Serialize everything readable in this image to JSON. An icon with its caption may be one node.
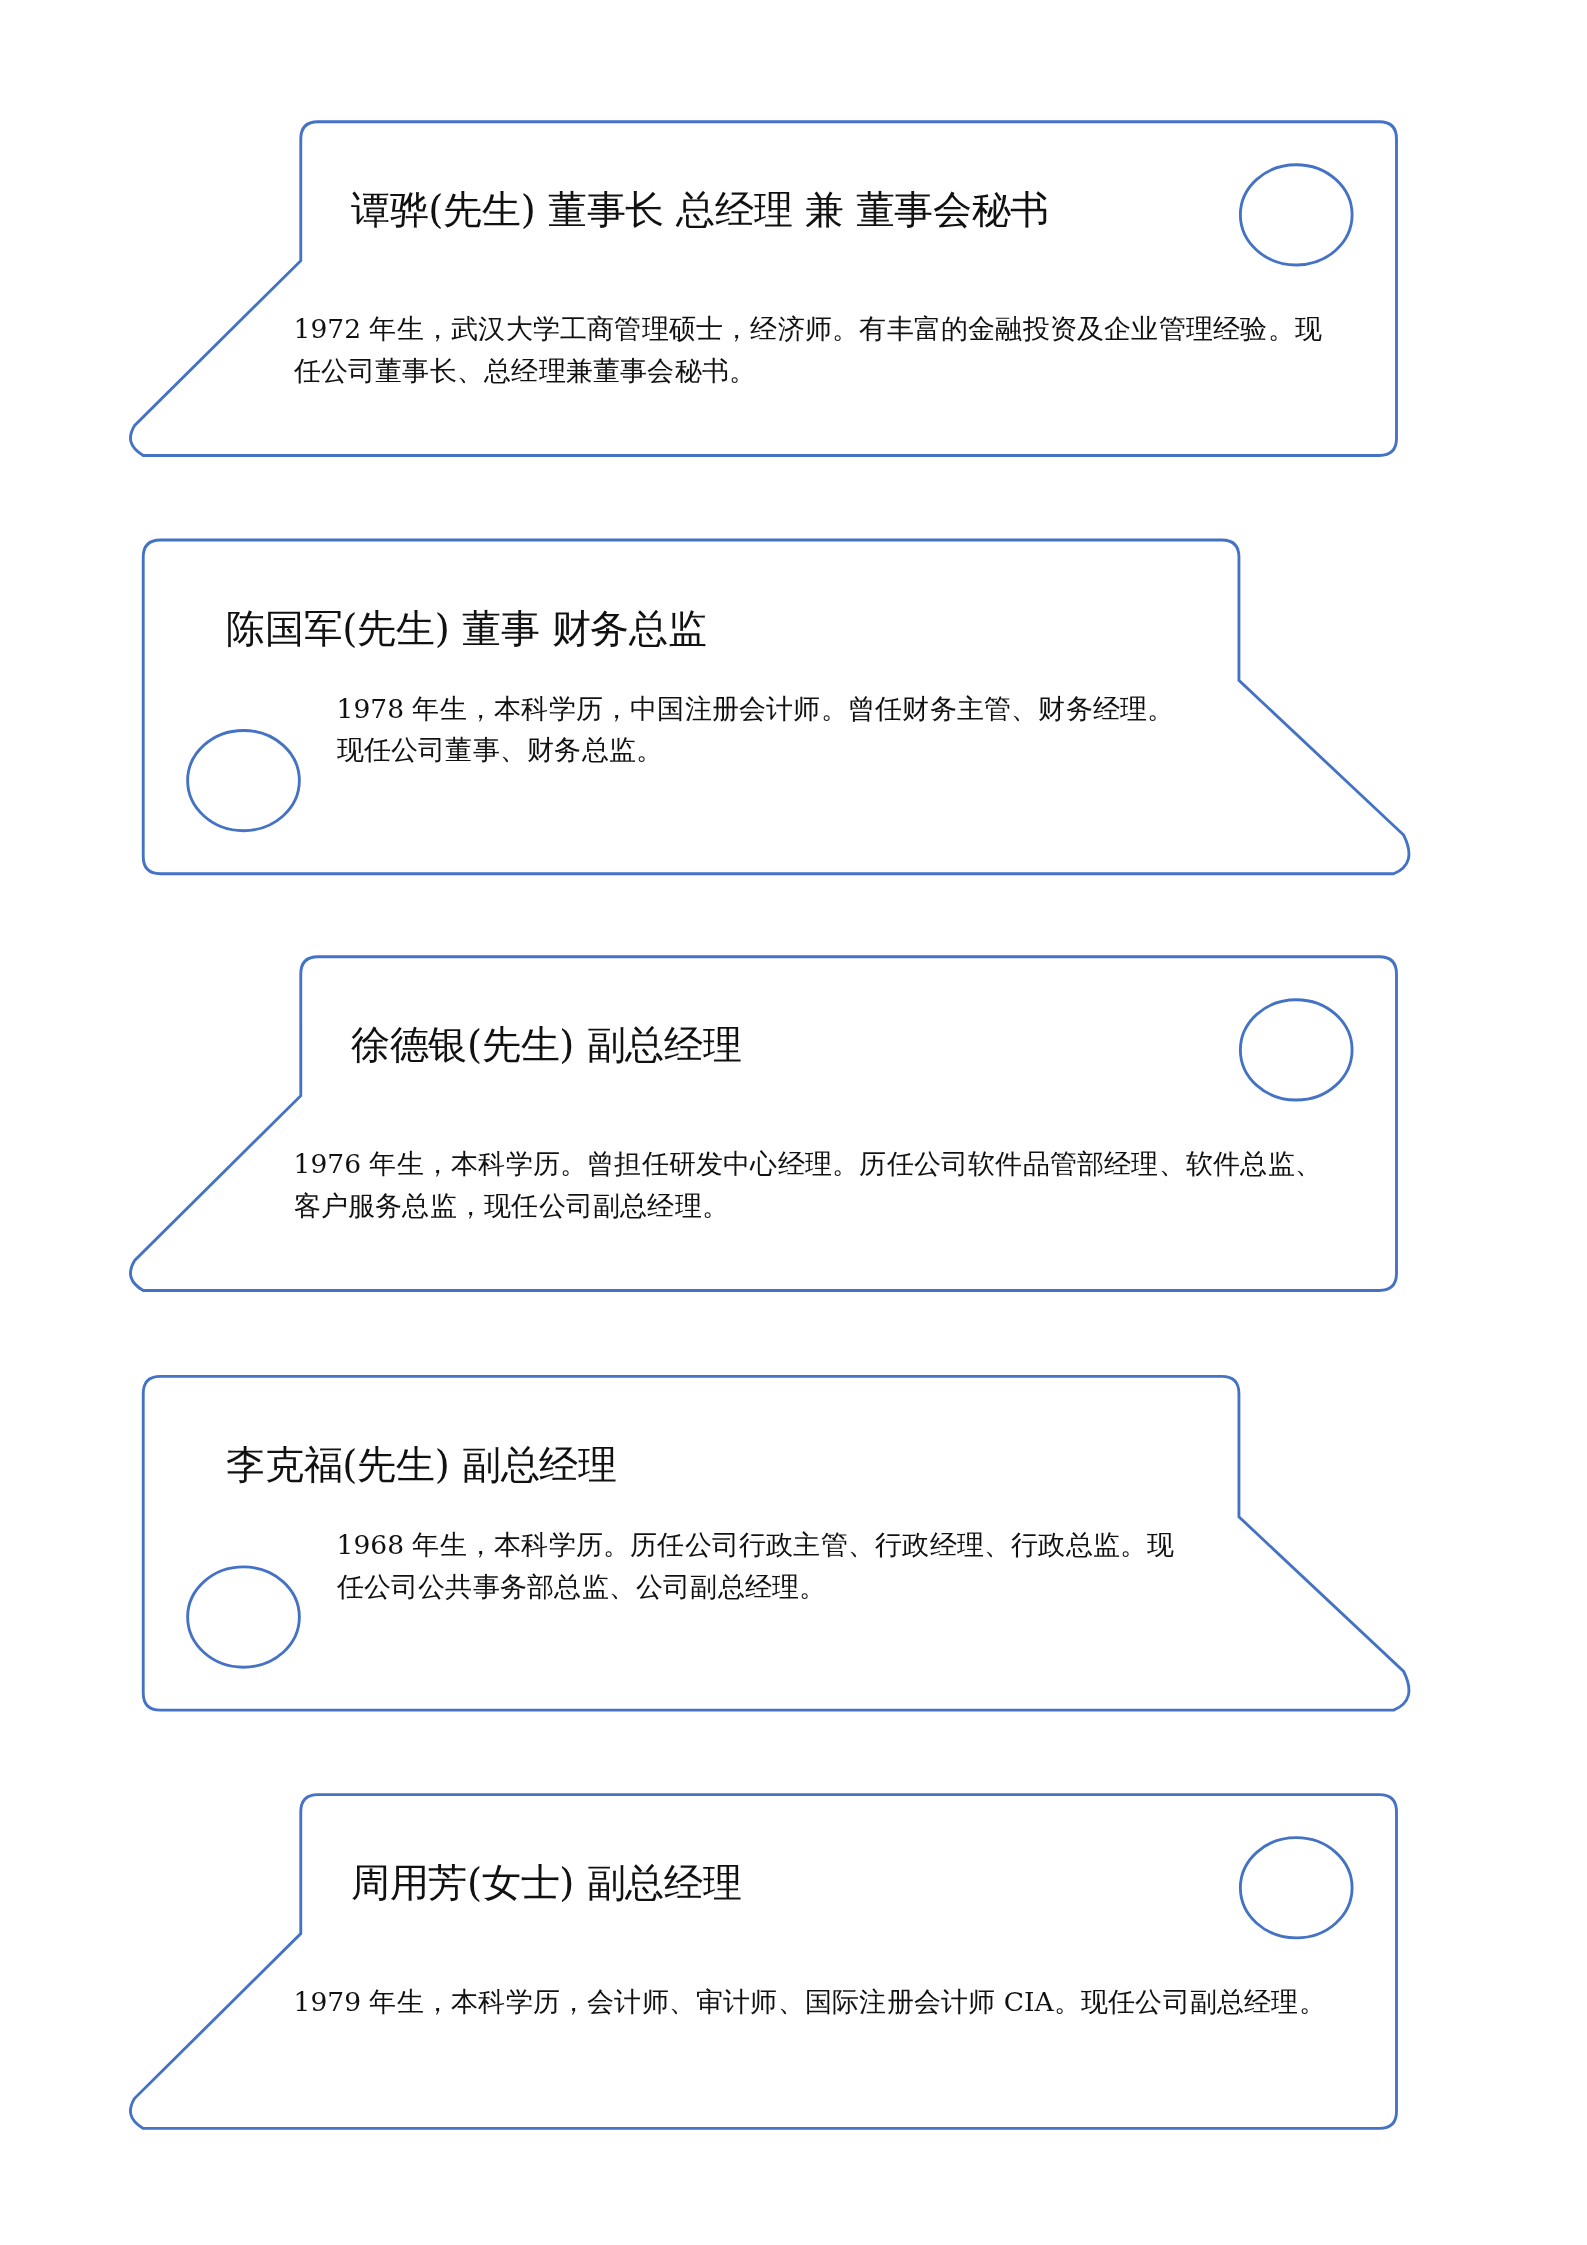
{
  "diagram": {
    "nodes": [
      {
        "text": [
          "谭骅(先生) 董事长 总经理 兼 董事会秘书",
          "1972 年生，武汉大学工商管理硕士，经济师。有丰富的金融投资及企业管理经验。现任公司董事长、总经理兼董事会秘书。"
        ]
      },
      {
        "text": [],
        "shape": "circle",
        "in": 0
      },
      {
        "text": [
          "陈国军(先生) 董事 财务总监",
          "1978 年生，本科学历，中国注册会计师。曾任财务主管、财务经理。现任公司董事、财务总监。"
        ]
      },
      {
        "text": [],
        "shape": "circle",
        "in": 2
      },
      {
        "text": [
          "徐德银(先生) 副总经理",
          "1976 年生，本科学历。曾担任研发中心经理。历任公司软件品管部经理、软件总监、客户服务总监，现任公司副总经理。"
        ]
      },
      {
        "text": [],
        "shape": "circle",
        "in": 4
      },
      {
        "text": [
          "李克福(先生) 副总经理",
          "1968 年生，本科学历。历任公司行政主管、行政经理、行政总监。现任公司公共事务部总监、公司副总经理。"
        ]
      },
      {
        "text": [],
        "shape": "circle",
        "in": 6
      },
      {
        "text": [
          "周用芳(女士) 副总经理",
          "1979 年生，本科学历，会计师、审计师、国际注册会计师 CIA。现任公司副总经理。"
        ]
      },
      {
        "text": [],
        "shape": "circle",
        "in": 8
      }
    ]
  }
}
